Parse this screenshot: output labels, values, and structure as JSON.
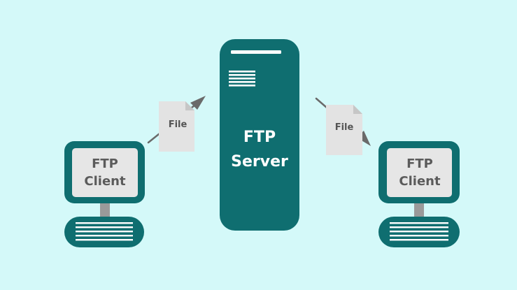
{
  "server": {
    "line1": "FTP",
    "line2": "Server"
  },
  "left_client": {
    "line1": "FTP",
    "line2": "Client"
  },
  "right_client": {
    "line1": "FTP",
    "line2": "Client"
  },
  "left_file": {
    "label": "File"
  },
  "right_file": {
    "label": "File"
  },
  "colors": {
    "background": "#d4f9f9",
    "teal": "#0f6e70",
    "screen": "#e6e6e6",
    "stand": "#9a9a9a",
    "paper": "#e3e3e3",
    "arrow": "#6a6a6a"
  }
}
